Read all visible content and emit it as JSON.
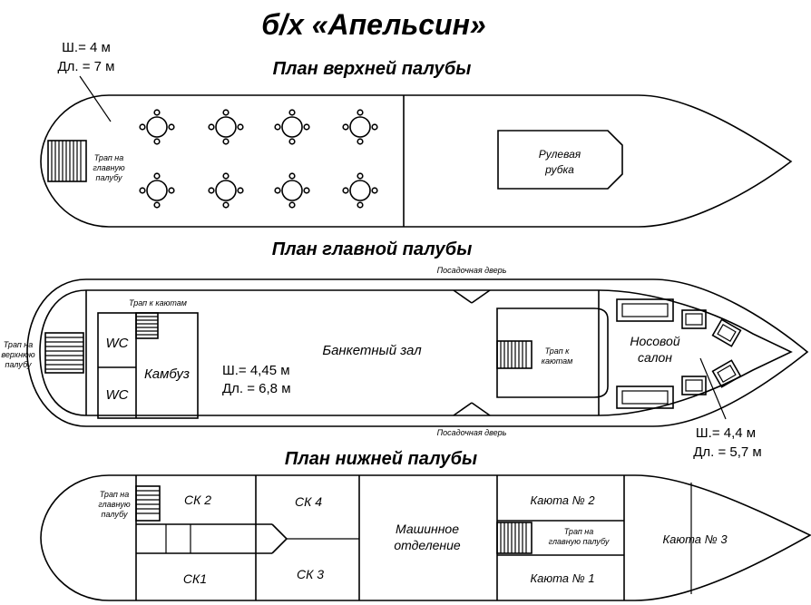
{
  "title": "б/х «Апельсин»",
  "upper_deck": {
    "heading": "План верхней палубы",
    "dims": [
      "Ш.= 4 м",
      "Дл. = 7 м"
    ],
    "stairs_label": [
      "Трап на",
      "главную",
      "палубу"
    ],
    "wheelhouse": [
      "Рулевая",
      "рубка"
    ]
  },
  "main_deck": {
    "heading": "План главной палубы",
    "door_top": "Посадочная дверь",
    "door_bottom": "Посадочная дверь",
    "stairs_cabins": "Трап к каютам",
    "stairs_upper": [
      "Трап на",
      "верхнюю",
      "палубу"
    ],
    "wc1": "WC",
    "wc2": "WC",
    "galley": "Камбуз",
    "hall": "Банкетный зал",
    "hall_dims": [
      "Ш.= 4,45 м",
      "Дл. = 6,8 м"
    ],
    "stairs_mid": [
      "Трап к",
      "каютам"
    ],
    "salon": [
      "Носовой",
      "салон"
    ],
    "salon_dims": [
      "Ш.= 4,4 м",
      "Дл. = 5,7 м"
    ]
  },
  "lower_deck": {
    "heading": "План нижней палубы",
    "stairs_left": [
      "Трап на",
      "главную",
      "палубу"
    ],
    "sk2": "СК 2",
    "sk4": "СК 4",
    "sk1": "СК1",
    "sk3": "СК 3",
    "engine": [
      "Машинное",
      "отделение"
    ],
    "cabin2": "Каюта № 2",
    "cabin1": "Каюта № 1",
    "stairs_right": [
      "Трап на",
      "главную палубу"
    ],
    "cabin3": "Каюта № 3"
  }
}
